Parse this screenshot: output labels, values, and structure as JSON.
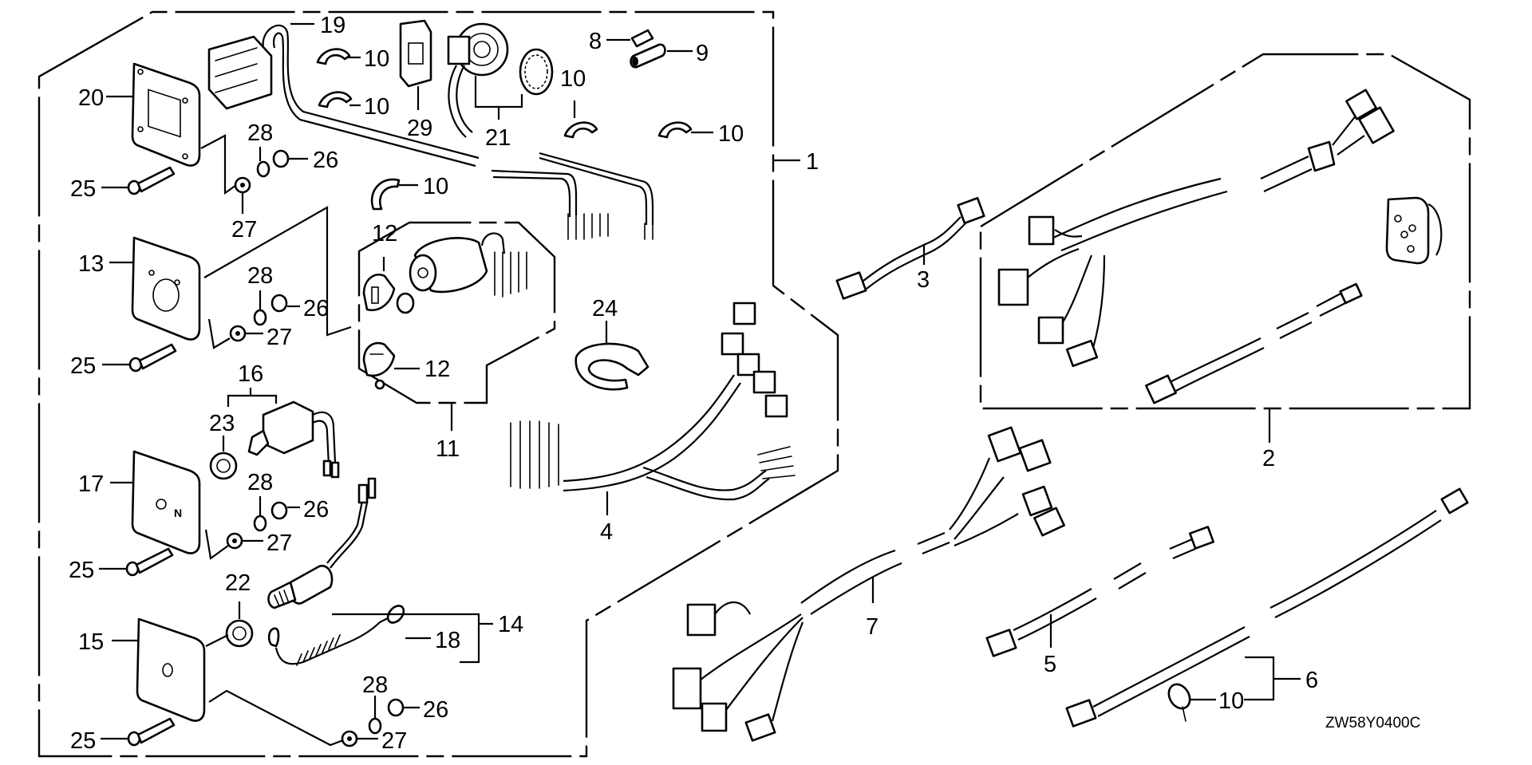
{
  "diagram": {
    "title": "Remote control / switch panel wiring harness parts diagram",
    "code": "ZW58Y0400C",
    "callouts": {
      "p1": "1",
      "p2": "2",
      "p3": "3",
      "p4": "4",
      "p5": "5",
      "p6": "6",
      "p7": "7",
      "p8": "8",
      "p9": "9",
      "p10a": "10",
      "p10b": "10",
      "p10c": "10",
      "p10d": "10",
      "p10e": "10",
      "p10f": "10",
      "p11": "11",
      "p12a": "12",
      "p12b": "12",
      "p13": "13",
      "p14": "14",
      "p15": "15",
      "p16": "16",
      "p17": "17",
      "p18": "18",
      "p19": "19",
      "p20": "20",
      "p21": "21",
      "p22": "22",
      "p23": "23",
      "p24": "24",
      "p25a": "25",
      "p25b": "25",
      "p25c": "25",
      "p25d": "25",
      "p26a": "26",
      "p26b": "26",
      "p26c": "26",
      "p26d": "26",
      "p27a": "27",
      "p27b": "27",
      "p27c": "27",
      "p27d": "27",
      "p28a": "28",
      "p28b": "28",
      "p28c": "28",
      "p28d": "28",
      "p29": "29"
    },
    "plate_marks": {
      "neutral": "N"
    }
  }
}
